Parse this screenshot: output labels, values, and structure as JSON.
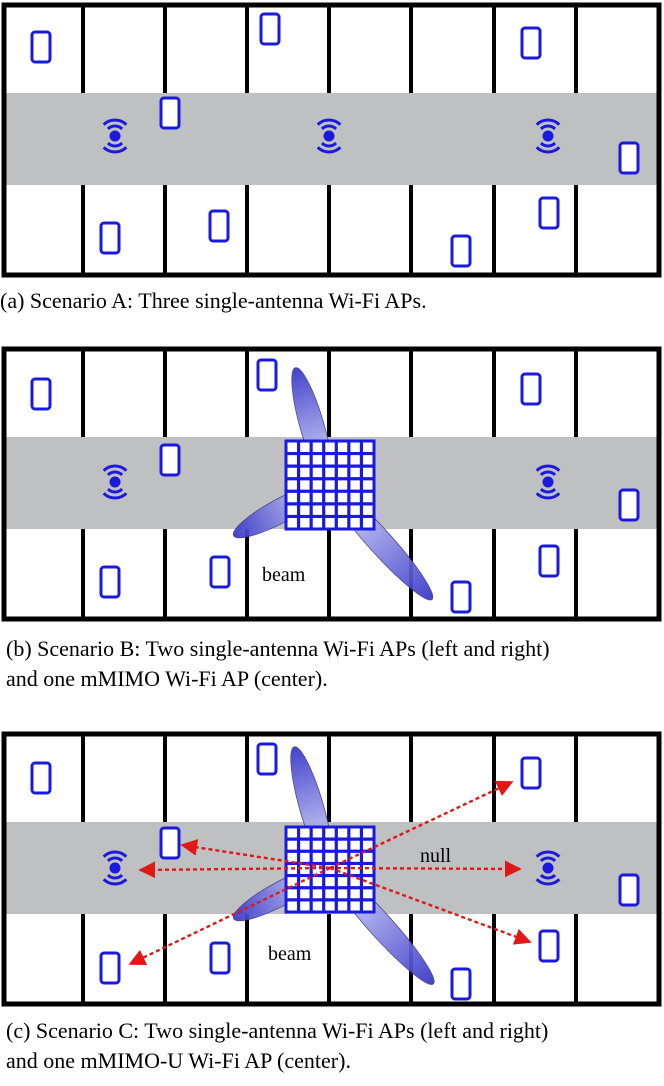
{
  "colors": {
    "corridor": "#bfc0c1",
    "device": "#1a1adf",
    "wall": "#000000",
    "arrow": "#e01818",
    "beam_light": "#e8eaff",
    "beam_dark": "#3434c8"
  },
  "icons": {
    "ap": "wifi-ap-icon",
    "device": "smartphone-icon",
    "array": "antenna-array-icon"
  },
  "panels": [
    {
      "id": "a",
      "caption": [
        "(a) Scenario A: Three single-antenna Wi-Fi APs."
      ],
      "labels": []
    },
    {
      "id": "b",
      "caption": [
        "(b) Scenario B: Two single-antenna Wi-Fi APs (left and right)",
        "and one mMIMO Wi-Fi AP (center)."
      ],
      "labels": [
        "beam"
      ]
    },
    {
      "id": "c",
      "caption": [
        "(c) Scenario C: Two single-antenna Wi-Fi APs (left and right)",
        "and one mMIMO-U Wi-Fi AP (center)."
      ],
      "labels": [
        "beam",
        "null"
      ]
    }
  ]
}
